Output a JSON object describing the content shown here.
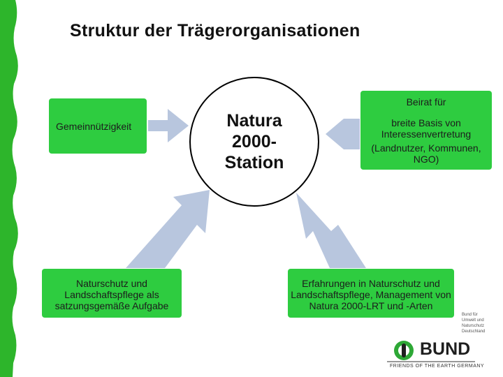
{
  "title": "Struktur der Trägerorganisationen",
  "center": {
    "label": "Natura\n2000-\nStation"
  },
  "boxes": {
    "gemeinnuetzigkeit": "Gemeinnützigkeit",
    "beirat": {
      "line1": "Beirat für",
      "line2": "breite Basis von Interessenvertretung",
      "line3": "(Landnutzer, Kommunen, NGO)"
    },
    "naturschutz": "Naturschutz und Landschaftspflege als satzungsgemäße Aufgabe",
    "erfahrungen": "Erfahrungen in Naturschutz und Landschaftspflege, Management von Natura 2000-LRT und -Arten"
  },
  "logo": {
    "small_lines": [
      "Bund für",
      "Umwelt und",
      "Naturschutz",
      "Deutschland"
    ],
    "name": "BUND",
    "tagline": "FRIENDS OF THE EARTH GERMANY"
  },
  "colors": {
    "box_green": "#2ecc40",
    "arrow_blue": "#b8c6de",
    "border_green": "#2db52b"
  }
}
